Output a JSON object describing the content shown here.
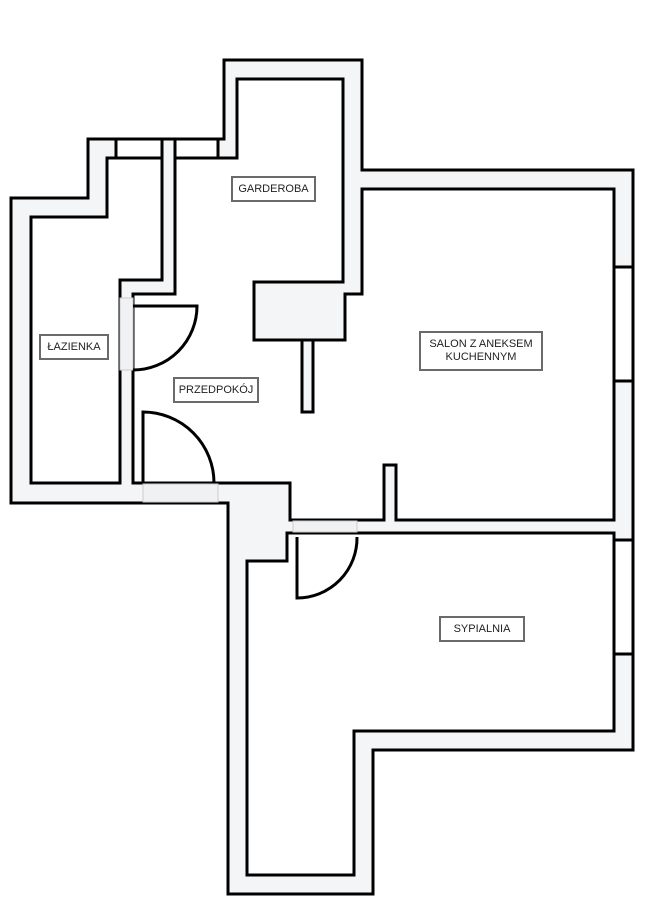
{
  "rooms": {
    "garderoba": "GARDEROBA",
    "lazienka": "ŁAZIENKA",
    "przedpokoj": "PRZEDPOKÓJ",
    "salon_line1": "SALON Z ANEKSEM",
    "salon_line2": "KUCHENNYM",
    "sypialnia": "SYPIALNIA"
  },
  "colors": {
    "wall_fill": "#f4f5f7",
    "wall_line": "#000000",
    "label_border": "#6a6a6a"
  }
}
